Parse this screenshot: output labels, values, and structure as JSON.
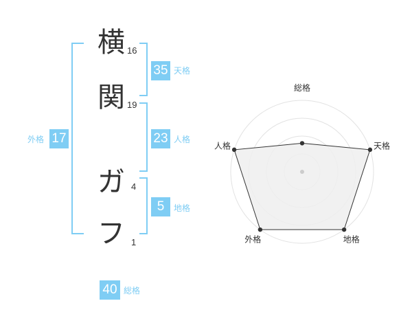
{
  "name_chars": [
    {
      "char": "横",
      "strokes": "16"
    },
    {
      "char": "関",
      "strokes": "19"
    },
    {
      "char": "ガ",
      "strokes": "4"
    },
    {
      "char": "フ",
      "strokes": "1"
    }
  ],
  "fortunes": {
    "tenkaku": {
      "value": "35",
      "label": "天格"
    },
    "jinkaku": {
      "value": "23",
      "label": "人格"
    },
    "chikaku": {
      "value": "5",
      "label": "地格"
    },
    "gaikaku": {
      "value": "17",
      "label": "外格"
    },
    "soukaku": {
      "value": "40",
      "label": "総格"
    }
  },
  "chart_data": {
    "type": "radar",
    "axes": [
      "総格",
      "天格",
      "地格",
      "外格",
      "人格"
    ],
    "values": [
      2,
      5,
      5,
      5,
      5
    ],
    "max": 5,
    "rings": 4,
    "colors": {
      "line": "#333333",
      "fill": "#efefef",
      "ring": "#e2e2e2",
      "point": "#333333"
    }
  },
  "colors": {
    "accent": "#7fcdf4",
    "text": "#333333"
  }
}
